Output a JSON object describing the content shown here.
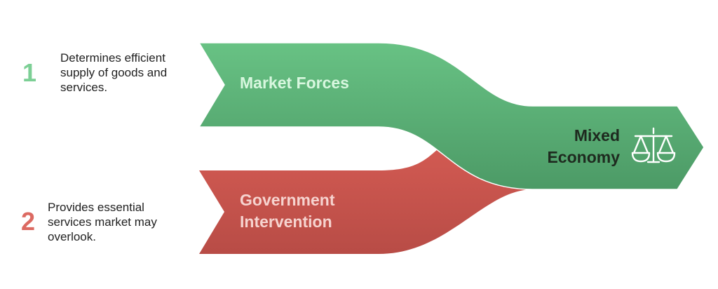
{
  "steps": [
    {
      "number": "1",
      "description": "Determines efficient supply of goods and services.",
      "color": "#7ccf95"
    },
    {
      "number": "2",
      "description": "Provides essential services market may overlook.",
      "color": "#dc6a62"
    }
  ],
  "flows": {
    "market": {
      "label": "Market Forces",
      "color_top": "#68c284",
      "color_bottom": "#4c9a66",
      "text_color": "#d8f7df"
    },
    "government": {
      "label": "Government Intervention",
      "color_top": "#d25a52",
      "color_bottom": "#b84c46",
      "text_color": "#f6d3cf"
    },
    "result": {
      "label": "Mixed Economy",
      "icon": "balance-scale-icon"
    }
  }
}
